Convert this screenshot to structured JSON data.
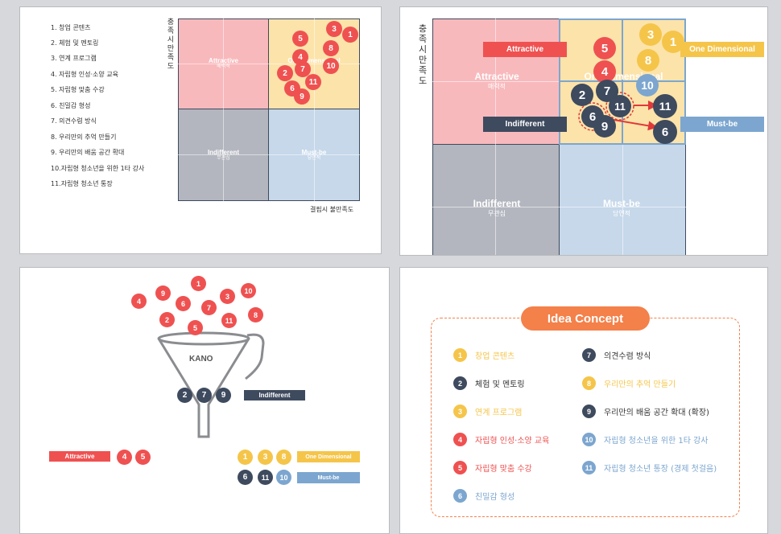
{
  "colors": {
    "red": "#ef5151",
    "yellow": "#f5c54a",
    "navy": "#3e4a5e",
    "blue": "#7ca6cf",
    "orange": "#f4804a",
    "pink": "#f8b9bc",
    "cream": "#fce3aa",
    "gray": "#b3b6bf",
    "lightblue": "#c6d8ea"
  },
  "panel1": {
    "list": [
      "1. 창업 콘텐츠",
      "2. 체험 및 멘토링",
      "3. 연계 프로그램",
      "4. 자립형 인성·소양 교육",
      "5. 자립형 맞춤 수강",
      "6. 친밀감 형성",
      "7. 의견수렴 방식",
      "8. 우리만의 추억 만들기",
      "9. 우리만의 배움 공간 확대",
      "10.자립형 청소년을 위한 1타 강사",
      "11.자립형 청소년 통장"
    ],
    "y_axis": "충족시 만족도",
    "x_axis": "결핍시 불만족도",
    "attractive": "Attractive",
    "attractive_sub": "매력적",
    "one_dim": "One Dimensional",
    "indifferent": "Indifferent",
    "indifferent_sub": "무관심",
    "mustbe": "Must-be",
    "mustbe_sub": "당연적",
    "points": [
      "1",
      "2",
      "3",
      "4",
      "5",
      "6",
      "7",
      "8",
      "9",
      "10",
      "11"
    ]
  },
  "panel2": {
    "y_axis": "충족시 만족도",
    "attractive": "Attractive",
    "attractive_sub": "매력적",
    "one_dim": "One Dimensional",
    "indifferent": "Indifferent",
    "indifferent_sub": "무관심",
    "mustbe": "Must-be",
    "mustbe_sub": "당연적",
    "tag_attractive": "Attractive",
    "tag_one_dim": "One Dimensional",
    "tag_indifferent": "Indifferent",
    "tag_mustbe": "Must-be",
    "points": [
      "1",
      "2",
      "3",
      "4",
      "5",
      "6",
      "7",
      "8",
      "9",
      "10",
      "11",
      "6",
      "11"
    ]
  },
  "panel3": {
    "funnel_label": "KANO",
    "balls": [
      "4",
      "9",
      "1",
      "6",
      "7",
      "3",
      "10",
      "2",
      "5",
      "11",
      "8"
    ],
    "indifferent_nums": [
      "2",
      "7",
      "9"
    ],
    "indifferent_tag": "Indifferent",
    "attractive_tag": "Attractive",
    "attractive_nums": [
      "4",
      "5"
    ],
    "one_dim_nums": [
      "1",
      "3",
      "8"
    ],
    "one_dim_tag": "One Dimensional",
    "mustbe_nums": [
      "6",
      "11",
      "10"
    ],
    "mustbe_tag": "Must-be"
  },
  "panel4": {
    "title": "Idea Concept",
    "left": [
      {
        "n": "1",
        "text": "창업 콘텐츠",
        "color": "#f5c54a"
      },
      {
        "n": "2",
        "text": "체험 및 멘토링",
        "color": "#3e4a5e"
      },
      {
        "n": "3",
        "text": "연계 프로그램",
        "color": "#f5c54a"
      },
      {
        "n": "4",
        "text": "자립형 인성·소양 교육",
        "color": "#ef5151"
      },
      {
        "n": "5",
        "text": "자립형 맞춤 수강",
        "color": "#ef5151"
      },
      {
        "n": "6",
        "text": "친밀감 형성",
        "color": "#7ca6cf"
      }
    ],
    "right": [
      {
        "n": "7",
        "text": "의견수렴 방식",
        "color": "#3e4a5e"
      },
      {
        "n": "8",
        "text": "우리만의 추억 만들기",
        "color": "#f5c54a"
      },
      {
        "n": "9",
        "text": "우리만의 배움 공간 확대 (확장)",
        "color": "#3e4a5e"
      },
      {
        "n": "10",
        "text": "자립형 청소년을 위한 1타 강사",
        "color": "#7ca6cf"
      },
      {
        "n": "11",
        "text": "자립형 청소년 통장 (경제 첫걸음)",
        "color": "#7ca6cf"
      }
    ]
  }
}
